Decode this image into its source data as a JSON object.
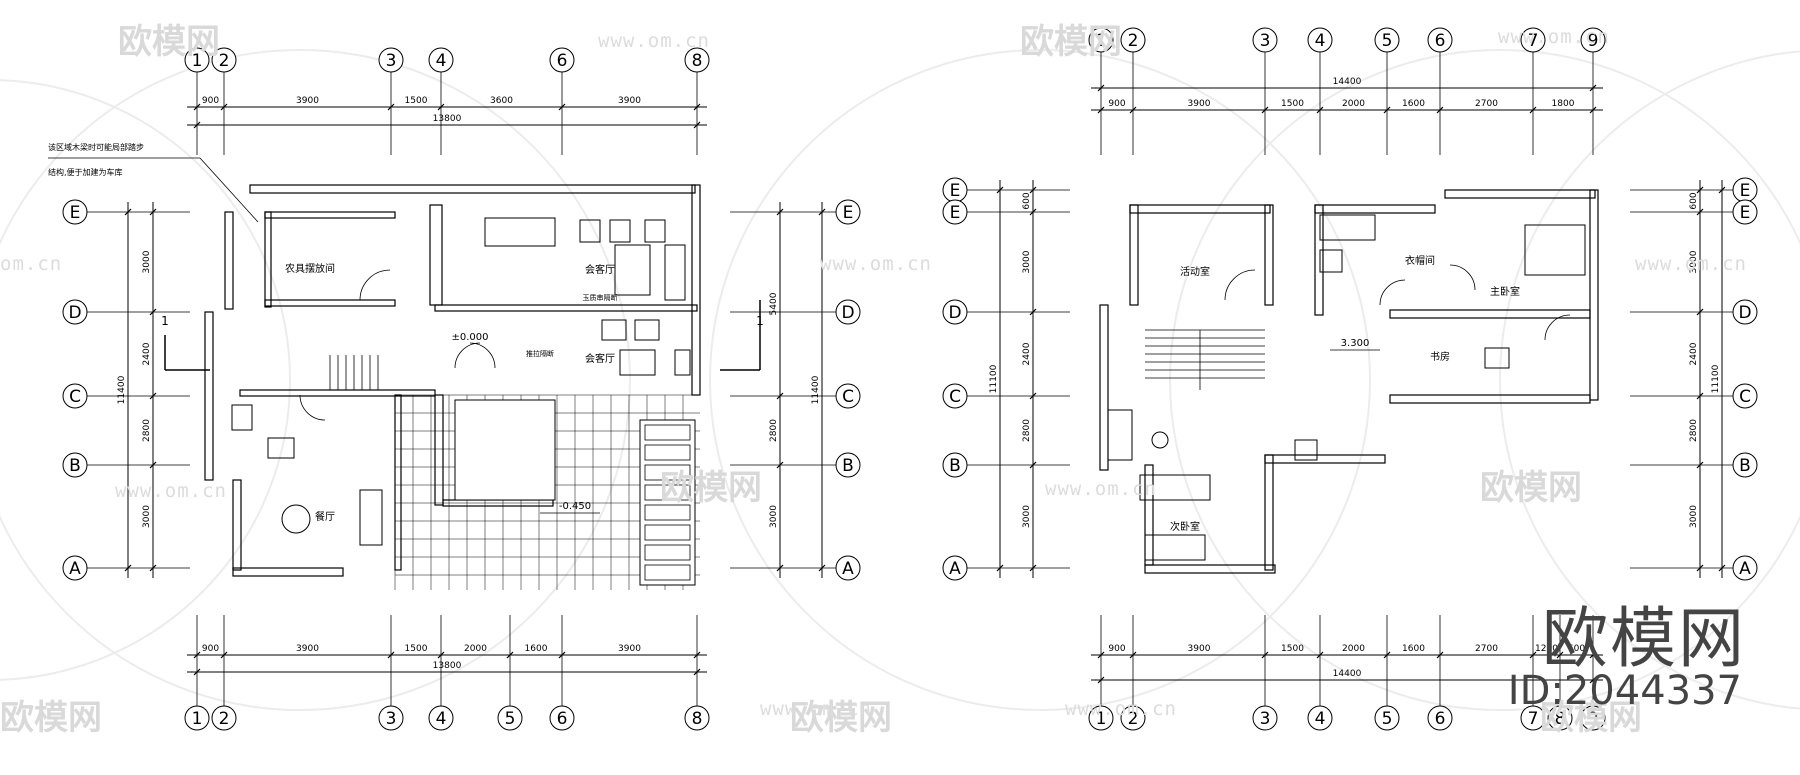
{
  "watermark": {
    "brand": "欧模网",
    "url": "www.om.cn",
    "url_left": "om.cn",
    "id_label": "ID:2044337"
  },
  "plan_left": {
    "grid_top": [
      "1",
      "2",
      "3",
      "4",
      "6",
      "8"
    ],
    "grid_bottom": [
      "1",
      "2",
      "3",
      "4",
      "5",
      "6",
      "8"
    ],
    "grid_rows": [
      "E",
      "D",
      "C",
      "B",
      "A"
    ],
    "top_dims": [
      "900",
      "3900",
      "1500",
      "3600",
      "3900"
    ],
    "top_total": "13800",
    "bottom_dims": [
      "900",
      "3900",
      "1500",
      "2000",
      "1600",
      "3900"
    ],
    "bottom_total": "13800",
    "left_dims": [
      "3000",
      "2400",
      "2800",
      "3000"
    ],
    "left_total": "11400",
    "right_dims": [
      "5400",
      "2800",
      "3000"
    ],
    "right_total": "11400",
    "note_line1": "该区域木梁时可能局部踏步",
    "note_line2": "结构,便于加建为车库",
    "rooms": {
      "storage": "农具摆放间",
      "living1": "会客厅",
      "living2": "会客厅",
      "partition1": "玉质串隔断",
      "partition2": "推拉隔断",
      "dining": "餐厅"
    },
    "elev_main": "±0.000",
    "elev_yard": "-0.450",
    "section_mark": "1"
  },
  "plan_right": {
    "grid_top": [
      "1",
      "2",
      "3",
      "4",
      "5",
      "6",
      "7",
      "9"
    ],
    "grid_bottom": [
      "1",
      "2",
      "3",
      "4",
      "5",
      "6",
      "7",
      "8",
      "9"
    ],
    "grid_rows": [
      "E",
      "E",
      "D",
      "C",
      "B",
      "A"
    ],
    "top_dims": [
      "900",
      "3900",
      "1500",
      "2000",
      "1600",
      "2700",
      "1800"
    ],
    "top_total": "14400",
    "bottom_dims": [
      "900",
      "3900",
      "1500",
      "2000",
      "1600",
      "2700",
      "1200",
      "600"
    ],
    "bottom_total": "14400",
    "left_dims": [
      "600",
      "3000",
      "2400",
      "2800",
      "3000"
    ],
    "left_total": "11100",
    "right_dims": [
      "600",
      "3000",
      "2400",
      "2800",
      "3000"
    ],
    "right_total": "11100",
    "rooms": {
      "activity": "活动室",
      "cloak": "衣帽间",
      "master": "主卧室",
      "study": "书房",
      "second": "次卧室"
    },
    "elev": "3.300"
  }
}
